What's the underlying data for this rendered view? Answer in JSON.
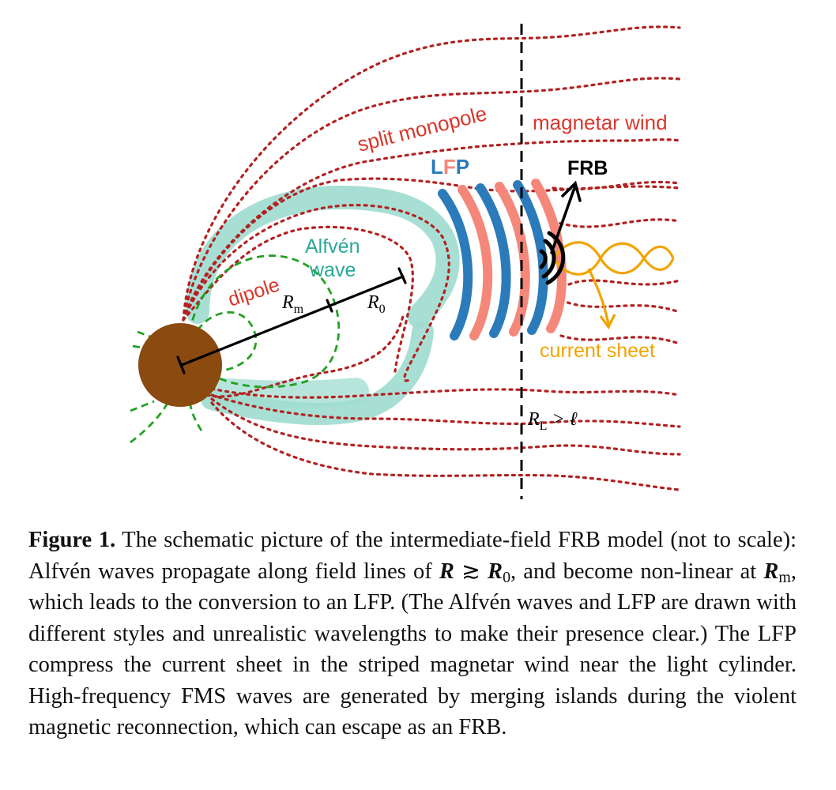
{
  "labels": {
    "split_monopole": "split monopole",
    "magnetar_wind": "magnetar wind",
    "lfp_l": "L",
    "lfp_f": "F",
    "lfp_p": "P",
    "frb": "FRB",
    "alfven_line1": "Alfvén",
    "alfven_line2": "wave",
    "dipole": "dipole",
    "r_m_main": "R",
    "r_m_sub": "m",
    "r_0_main": "R",
    "r_0_sub": "0",
    "current_sheet": "current sheet",
    "rl_main": "R",
    "rl_sub": "L",
    "rl_rest": " > ℓ"
  },
  "caption": {
    "figure_label": "Figure 1.",
    "t1": " The schematic picture of the intermediate-field FRB model (not to scale): Alfvén waves propagate along field lines of ",
    "m1": "R",
    "t2": " ≳ ",
    "m2": "R",
    "m2_sub": "0",
    "t3": ", and become non-linear at ",
    "m3": "R",
    "m3_sub": "m",
    "t4": ", which leads to the conversion to an LFP. (The Alfvén waves and LFP are drawn with different styles and unrealistic wavelengths to make their presence clear.) The LFP compress the current sheet in the striped magnetar wind near the light cylinder. High-frequency FMS waves are generated by merging islands during the violent magnetic reconnection, which can escape as an FRB."
  },
  "colors": {
    "field_lines": "#b22222",
    "dipole": "#22a022",
    "alfven": "#9fdccf",
    "lfp_blue": "#2b7bba",
    "lfp_salmon": "#f4877a",
    "current_sheet": "#f2a400",
    "star": "#8b4a10",
    "black": "#000000"
  }
}
